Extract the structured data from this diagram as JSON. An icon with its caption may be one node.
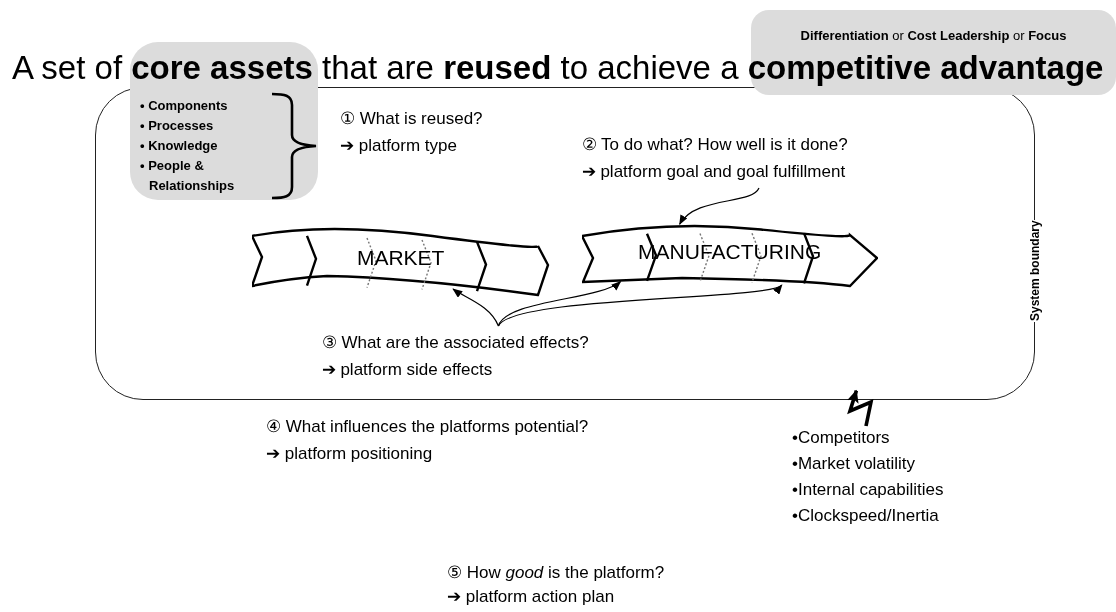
{
  "diagram": {
    "title": "A set of **core assets** that are **reused** to achieve a **competitive advantage**",
    "nodes": [
      {
        "text": [
          "System boundary"
        ]
      },
      {
        "text": [
          "• Components",
          "• Processes",
          "• Knowledge",
          "• People & Relationships"
        ]
      },
      {
        "text": [
          "**Differentiation** or **Cost Leadership** or **Focus**"
        ]
      },
      {
        "text": [
          "MARKET"
        ],
        "in": 0
      },
      {
        "text": [
          "MANUFACTURING"
        ],
        "in": 0
      },
      {
        "text": [
          "② To do what? How well is it done?",
          "➔ platform goal and goal fulfillment"
        ],
        "in": 0
      },
      {
        "text": [
          "③ What are the associated effects?",
          "➔ platform side effects"
        ],
        "in": 0
      },
      {
        "text": [
          "•Competitors",
          "•Market volatility",
          "•Internal capabilities",
          "•Clockspeed/Inertia"
        ]
      }
    ],
    "edges": [
      {
        "from": 5,
        "to": 4,
        "arrow": "to"
      },
      {
        "from": 6,
        "to": 3,
        "arrow": "to"
      },
      {
        "from": 6,
        "to": 4,
        "arrow": "to"
      },
      {
        "from": 6,
        "to": 4,
        "arrow": "to"
      },
      {
        "from": 7,
        "to": 0,
        "arrow": "to",
        "style": "thick"
      }
    ],
    "labels": [
      "① What is reused?",
      "➔ platform type",
      "④ What influences the platforms potential?",
      "➔ platform positioning",
      "⑤ How *good* is the platform?",
      "➔ platform action plan"
    ]
  }
}
